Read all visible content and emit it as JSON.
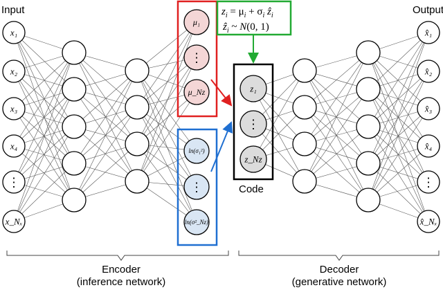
{
  "labels": {
    "input": "Input",
    "output": "Output",
    "code": "Code",
    "encoder": "Encoder",
    "encoder_sub": "(inference network)",
    "decoder": "Decoder",
    "decoder_sub": "(generative network)"
  },
  "formula": {
    "line1": "z_i = μ_i + σ_i ẑ_i",
    "line2": "ẑ_i ~ N(0, 1)"
  },
  "nodes": {
    "inputs": [
      "x₁",
      "x₂",
      "x₃",
      "x₄",
      "⋮",
      "x_Nₓ"
    ],
    "outputs": [
      "x̂₁",
      "x̂₂",
      "x̂₃",
      "x̂₄",
      "⋮",
      "x̂_Nₓ"
    ],
    "mu": [
      "μ₁",
      "⋮",
      "μ_Nz"
    ],
    "sigma": [
      "ln(σ₁²)",
      "⋮",
      "ln(σ²_Nz)"
    ],
    "code": [
      "z₁",
      "⋮",
      "z_Nz"
    ]
  },
  "colors": {
    "mu_box": "#e02020",
    "sigma_box": "#1f6fd1",
    "formula_box": "#22aa33",
    "code_box": "#000000",
    "mu_fill": "#f4d6d6",
    "sigma_fill": "#d9e6f4",
    "code_fill": "#dcdcdc",
    "node_fill": "#ffffff"
  }
}
